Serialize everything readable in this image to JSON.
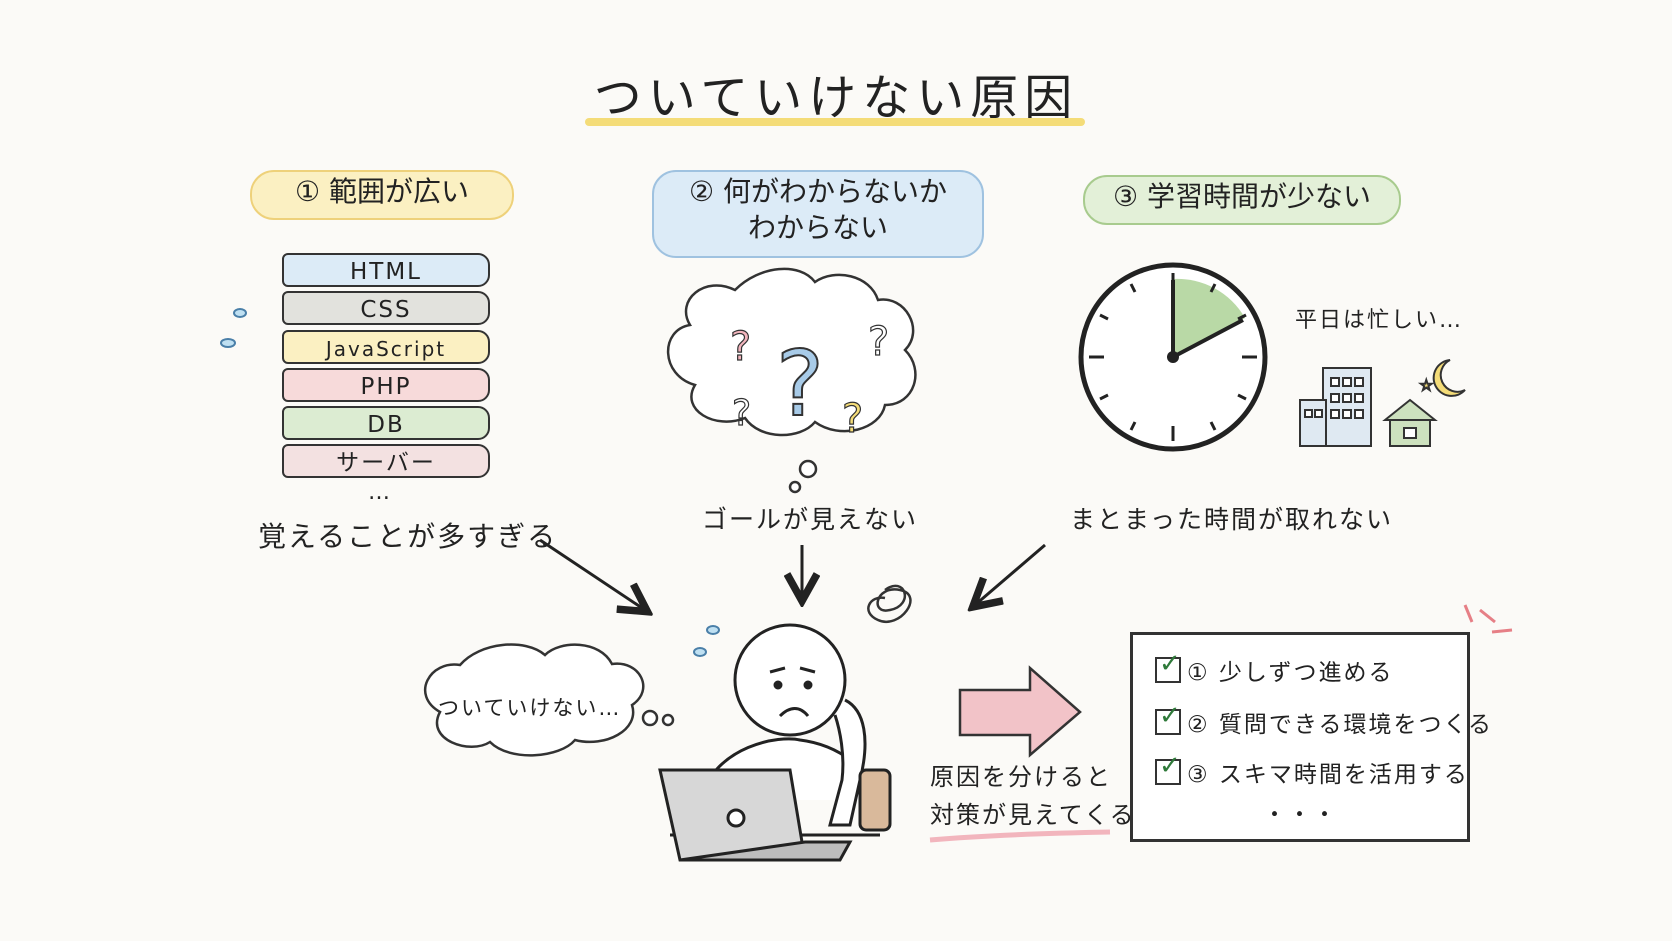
{
  "title": "ついていけない原因",
  "causes": [
    {
      "label": "① 範囲が広い",
      "caption": "覚えることが多すぎる"
    },
    {
      "label_line1": "② 何がわからないか",
      "label_line2": "わからない",
      "caption": "ゴールが見えない"
    },
    {
      "label": "③ 学習時間が少ない",
      "caption": "まとまった時間が取れない"
    }
  ],
  "books": [
    "HTML",
    "CSS",
    "JavaScript",
    "PHP",
    "DB",
    "サーバー"
  ],
  "books_more": "…",
  "weekday_note": "平日は忙しい…",
  "thought_bubble": "ついていけない…",
  "hint_line1": "原因を分けると",
  "hint_line2": "対策が見えてくる!",
  "checklist": [
    "① 少しずつ進める",
    "② 質問できる環境をつくる",
    "③ スキマ時間を活用する"
  ],
  "checklist_more": "・・・",
  "colors": {
    "yellow": "#f4dc78",
    "blue": "#9fc2e0",
    "green": "#a8cb8e",
    "red_arrow": "#f2c3c8",
    "clock_fill": "#b9d9a6"
  }
}
